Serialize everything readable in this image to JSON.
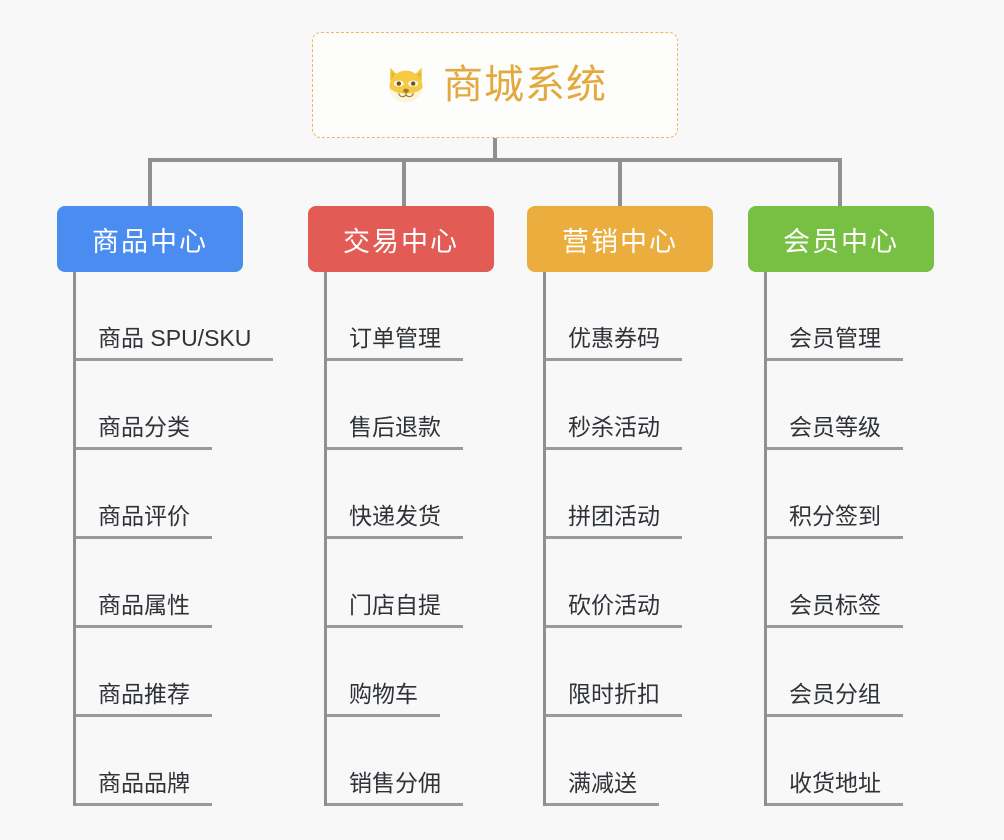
{
  "background_color": "#f8f8f8",
  "root": {
    "title": "商城系统",
    "icon": "shiba-dog-face-emoji",
    "title_color": "#e3a93e",
    "border_color": "#e7b964"
  },
  "connector_color": "#909090",
  "branches": [
    {
      "label": "商品中心",
      "color": "#4a8cf0",
      "items": [
        "商品 SPU/SKU",
        "商品分类",
        "商品评价",
        "商品属性",
        "商品推荐",
        "商品品牌"
      ]
    },
    {
      "label": "交易中心",
      "color": "#e35b55",
      "items": [
        "订单管理",
        "售后退款",
        "快递发货",
        "门店自提",
        "购物车",
        "销售分佣"
      ]
    },
    {
      "label": "营销中心",
      "color": "#eaad3e",
      "items": [
        "优惠券码",
        "秒杀活动",
        "拼团活动",
        "砍价活动",
        "限时折扣",
        "满减送"
      ]
    },
    {
      "label": "会员中心",
      "color": "#78c043",
      "items": [
        "会员管理",
        "会员等级",
        "积分签到",
        "会员标签",
        "会员分组",
        "收货地址"
      ]
    }
  ]
}
